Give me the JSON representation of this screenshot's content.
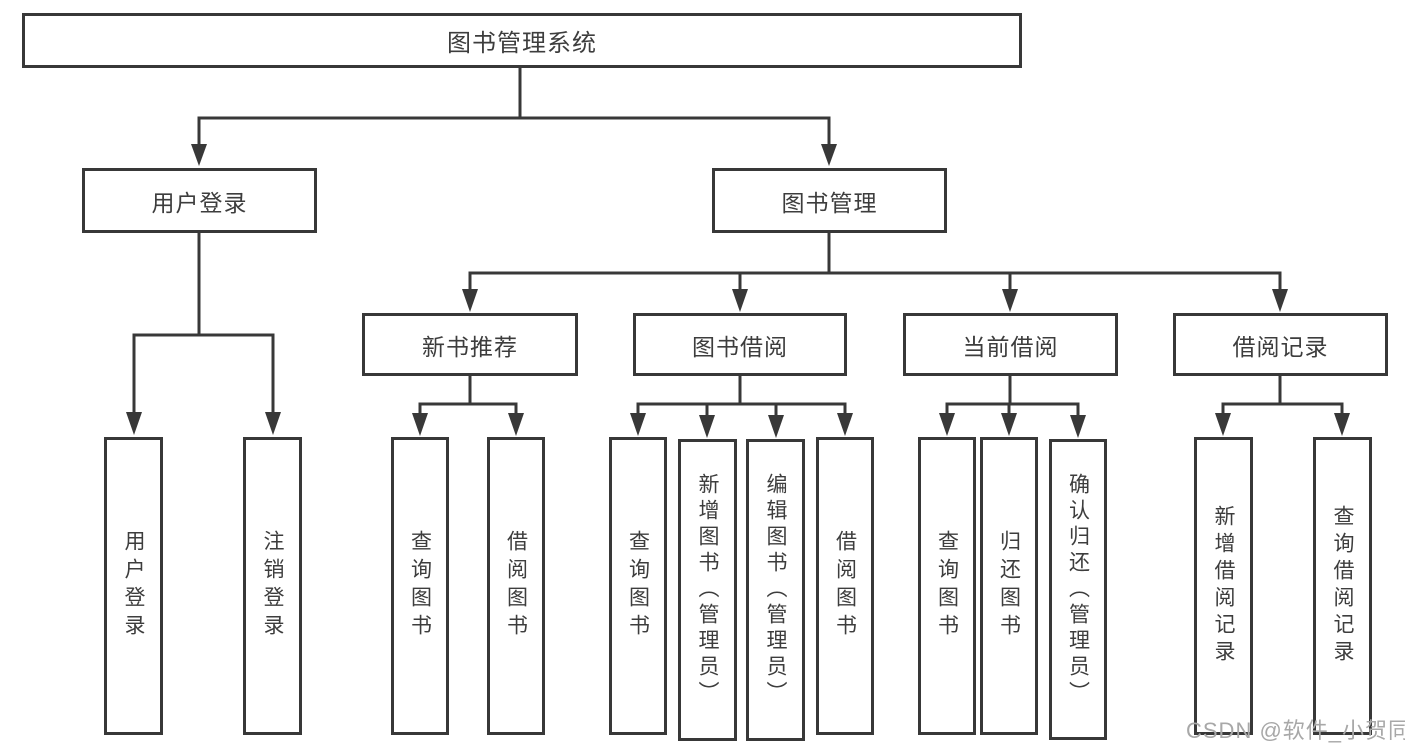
{
  "tree": {
    "root": {
      "label": "图书管理系统",
      "children": [
        {
          "label": "用户登录",
          "children": [
            {
              "label": "用户登录"
            },
            {
              "label": "注销登录"
            }
          ]
        },
        {
          "label": "图书管理",
          "children": [
            {
              "label": "新书推荐",
              "children": [
                {
                  "label": "查询图书"
                },
                {
                  "label": "借阅图书"
                }
              ]
            },
            {
              "label": "图书借阅",
              "children": [
                {
                  "label": "查询图书"
                },
                {
                  "label": "新增图书（管理员）"
                },
                {
                  "label": "编辑图书（管理员）"
                },
                {
                  "label": "借阅图书"
                }
              ]
            },
            {
              "label": "当前借阅",
              "children": [
                {
                  "label": "查询图书"
                },
                {
                  "label": "归还图书"
                },
                {
                  "label": "确认归还（管理员）"
                }
              ]
            },
            {
              "label": "借阅记录",
              "children": [
                {
                  "label": "新增借阅记录"
                },
                {
                  "label": "查询借阅记录"
                }
              ]
            }
          ]
        }
      ]
    }
  },
  "watermark": {
    "text": "CSDN @软件_小贺同学"
  },
  "colors": {
    "line": "#383838",
    "text": "#3d3d3d",
    "watermark": "#a8a8a8",
    "background": "#ffffff"
  }
}
